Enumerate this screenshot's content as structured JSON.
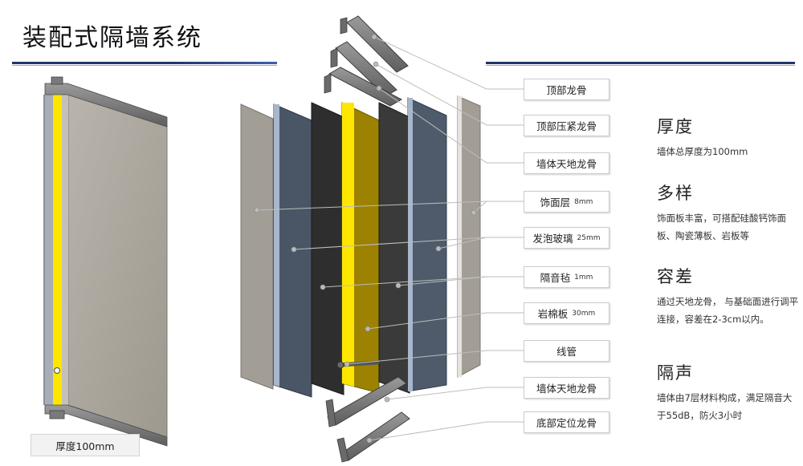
{
  "title": "装配式隔墙系统",
  "left_panel": {
    "thickness_label": "厚度100mm"
  },
  "labels": [
    {
      "text": "顶部龙骨",
      "spec": ""
    },
    {
      "text": "顶部压紧龙骨",
      "spec": ""
    },
    {
      "text": "墙体天地龙骨",
      "spec": ""
    },
    {
      "text": "饰面层",
      "spec": "8mm"
    },
    {
      "text": "发泡玻璃",
      "spec": "25mm"
    },
    {
      "text": "隔音毡",
      "spec": "1mm"
    },
    {
      "text": "岩棉板",
      "spec": "30mm"
    },
    {
      "text": "线管",
      "spec": ""
    },
    {
      "text": "墙体天地龙骨",
      "spec": ""
    },
    {
      "text": "底部定位龙骨",
      "spec": ""
    }
  ],
  "features": [
    {
      "heading": "厚度",
      "desc": "墙体总厚度为100mm"
    },
    {
      "heading": "多样",
      "desc": "饰面板丰富，可搭配硅酸钙饰面板、陶瓷薄板、岩板等"
    },
    {
      "heading": "容差",
      "desc": "通过天地龙骨， 与基础面进行调平连接，容差在2-3cm以内。"
    },
    {
      "heading": "隔声",
      "desc": "墙体由7层材料构成，满足隔音大于55dB，防火3小时"
    }
  ],
  "colors": {
    "accent_navy": "#22346b",
    "insulation_yellow": "#ffe600",
    "rock_wool": "#9c8200",
    "foam_glass": "#4a5666",
    "acoustic_felt": "#2e2e2e",
    "finish_panel": "#a9a49c",
    "steel_keel": "#6e6e6e"
  }
}
